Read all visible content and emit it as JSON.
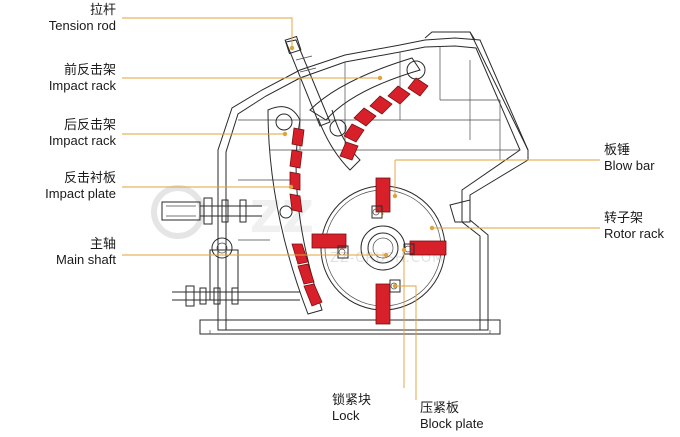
{
  "labels": {
    "tension_rod": {
      "zh": "拉杆",
      "en": "Tension rod"
    },
    "front_impact_rack": {
      "zh": "前反击架",
      "en": "Impact rack"
    },
    "rear_impact_rack": {
      "zh": "后反击架",
      "en": "Impact rack"
    },
    "impact_plate": {
      "zh": "反击衬板",
      "en": "Impact plate"
    },
    "main_shaft": {
      "zh": "主轴",
      "en": "Main shaft"
    },
    "blow_bar": {
      "zh": "板锤",
      "en": "Blow bar"
    },
    "rotor_rack": {
      "zh": "转子架",
      "en": "Rotor rack"
    },
    "lock": {
      "zh": "锁紧块",
      "en": "Lock"
    },
    "block_plate": {
      "zh": "压紧板",
      "en": "Block plate"
    }
  },
  "watermark": {
    "url": "ZZ-CRUSH.COM"
  },
  "colors": {
    "leader": "#e0a23a",
    "blow_bar": "#d7202a",
    "outline": "#2a2a2a"
  }
}
